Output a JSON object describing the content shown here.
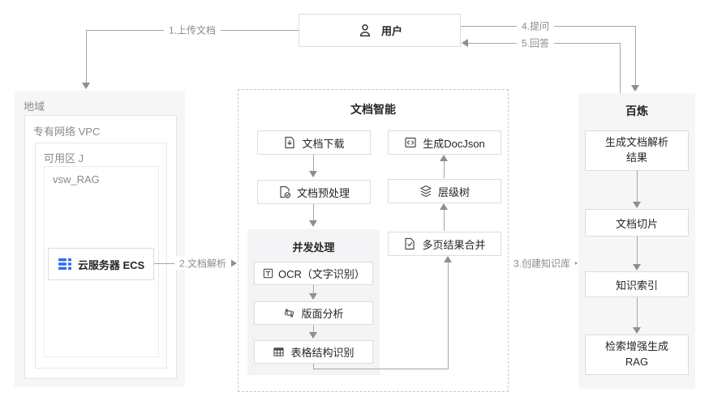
{
  "colors": {
    "accent_blue": "#2d6bf0",
    "panel_bg": "#f6f6f7",
    "line_gray": "#a6a6ab",
    "text_dark": "#262626",
    "text_gray": "#8a8a8e"
  },
  "user": {
    "label": "用户"
  },
  "flows": {
    "upload": "1.上传文档",
    "parse": "2.文档解析",
    "create_kb": "3.创建知识库",
    "ask": "4.提问",
    "answer": "5.回答"
  },
  "region": {
    "title": "地域",
    "vpc_label": "专有网络 VPC",
    "zone_label": "可用区 J",
    "vswitch_label": "vsw_RAG",
    "ecs_label": "云服务器 ECS"
  },
  "docmind": {
    "title": "文档智能",
    "download": "文档下载",
    "preprocess": "文档预处理",
    "concurrent_title": "并发处理",
    "ocr": "OCR（文字识别）",
    "layout_analysis": "版面分析",
    "table_recognition": "表格结构识别",
    "docjson": "生成DocJson",
    "tree": "层级树",
    "merge": "多页结果合并"
  },
  "bailian": {
    "title": "百炼",
    "parse_result": "生成文档解析结果",
    "chunk": "文档切片",
    "index": "知识索引",
    "rag": "检索增强生成 RAG"
  }
}
